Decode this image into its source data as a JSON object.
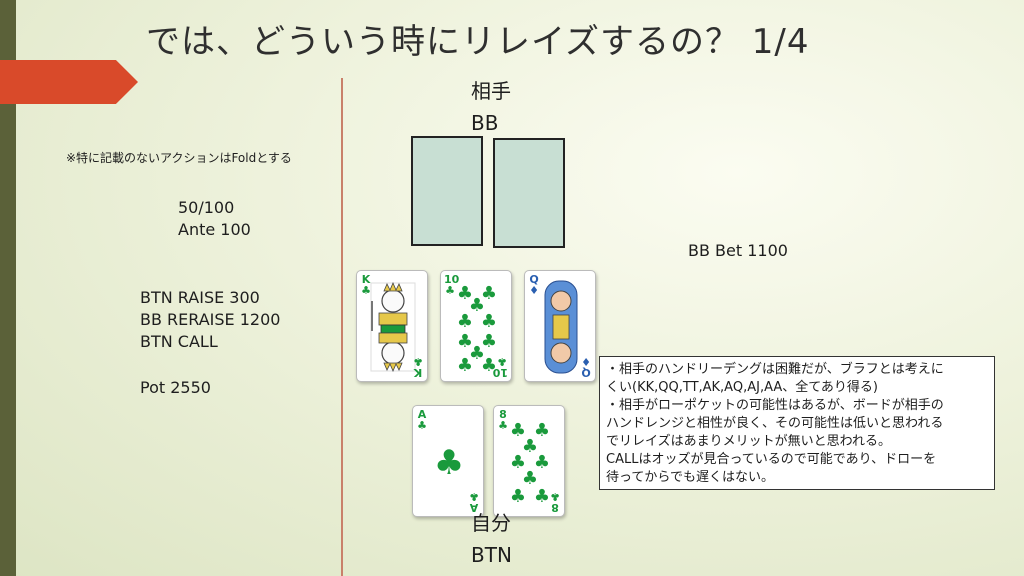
{
  "slide": {
    "title": "では、どういう時にリレイズするの？ 1/4",
    "note": "※特に記載のないアクションはFoldとする"
  },
  "game_info": {
    "blinds": "50/100",
    "ante": "Ante 100"
  },
  "actions": [
    "BTN RAISE 300",
    "BB RERAISE 1200",
    "BTN CALL"
  ],
  "pot": "Pot 2550",
  "opponent": {
    "label": "相手",
    "position": "BB",
    "bet": "BB Bet 1100"
  },
  "hero": {
    "label": "自分",
    "position": "BTN"
  },
  "board": [
    {
      "rank": "K",
      "suit": "♣",
      "name": "king-of-clubs"
    },
    {
      "rank": "10",
      "suit": "♣",
      "name": "ten-of-clubs"
    },
    {
      "rank": "Q",
      "suit": "♦",
      "name": "queen-of-diamonds"
    }
  ],
  "hole_cards": [
    {
      "rank": "A",
      "suit": "♣",
      "name": "ace-of-clubs"
    },
    {
      "rank": "8",
      "suit": "♣",
      "name": "eight-of-clubs"
    }
  ],
  "analysis": [
    "・相手のハンドリーデングは困難だが、ブラフとは考えに",
    "くい(KK,QQ,TT,AK,AQ,AJ,AA、全てあり得る)",
    "・相手がローポケットの可能性はあるが、ボードが相手の",
    "ハンドレンジと相性が良く、その可能性は低いと思われる",
    "でリレイズはあまりメリットが無いと思われる。",
    "CALLはオッズが見合っているので可能であり、ドローを",
    "待ってからでも遅くはない。"
  ],
  "colors": {
    "accent_arrow": "#d94a2a",
    "left_bar": "#5b6139",
    "divider": "#c9806a",
    "card_back": "#c8dfd3",
    "club_green": "#1a9a3c"
  }
}
